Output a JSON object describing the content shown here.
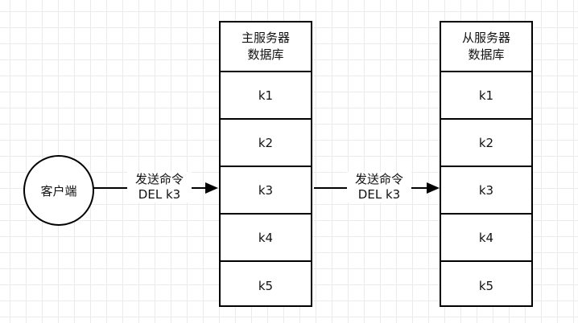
{
  "client": {
    "label": "客户端"
  },
  "master_db": {
    "title_line1": "主服务器",
    "title_line2": "数据库",
    "keys": [
      "k1",
      "k2",
      "k3",
      "k4",
      "k5"
    ]
  },
  "slave_db": {
    "title_line1": "从服务器",
    "title_line2": "数据库",
    "keys": [
      "k1",
      "k2",
      "k3",
      "k4",
      "k5"
    ]
  },
  "edges": [
    {
      "line1": "发送命令",
      "line2": "DEL k3"
    },
    {
      "line1": "发送命令",
      "line2": "DEL k3"
    }
  ]
}
